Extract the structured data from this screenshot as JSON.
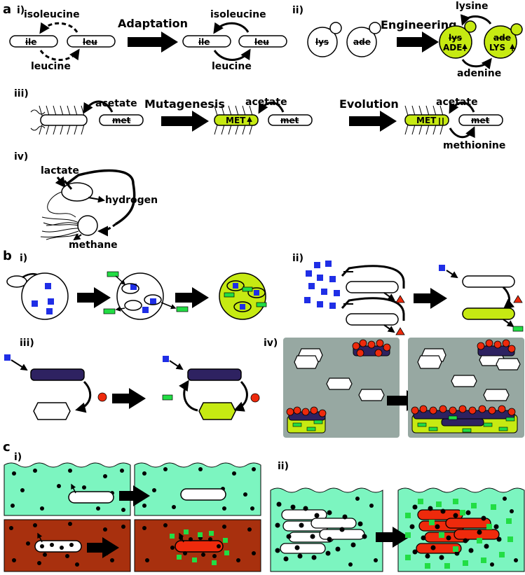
{
  "panels": {
    "a": "a",
    "b": "b",
    "c": "c",
    "sub": [
      "i)",
      "ii)",
      "iii)",
      "iv)"
    ]
  },
  "a_i": {
    "left_top": "isoleucine",
    "left_bottom": "leucine",
    "gene1": "ile",
    "gene2": "leu",
    "arrow": "Adaptation",
    "right_top": "isoleucine",
    "right_bottom": "leucine"
  },
  "a_ii": {
    "gene1": "lys",
    "gene2": "ade",
    "arrow": "Engineering",
    "top": "lysine",
    "bottom": "adenine",
    "cell1_top": "lys",
    "cell1_bottom": "ADE",
    "cell2_top": "ade",
    "cell2_bottom": "LYS"
  },
  "a_iii": {
    "acetate": "acetate",
    "gene": "met",
    "arrow1": "Mutagenesis",
    "arrow2": "Evolution",
    "mut": "MET",
    "methionine": "methionine"
  },
  "a_iv": {
    "lactate": "lactate",
    "hydrogen": "hydrogen",
    "methane": "methane"
  },
  "colors": {
    "green": "#c6ea12",
    "blue": "#1f2ee6",
    "navy": "#2e2261",
    "red": "#ee2a0c",
    "lightgreen": "#22dd44",
    "grey": "#97a8a2",
    "aqua": "#7cf5c0",
    "rust": "#a8300e",
    "black": "#000000"
  }
}
